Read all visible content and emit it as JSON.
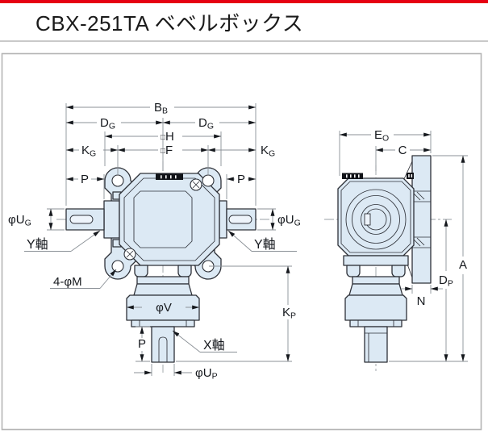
{
  "header": {
    "title": "CBX-251TA ベベルボックス",
    "accent_color": "#e60012"
  },
  "drawing": {
    "body_fill": "#dce9f4",
    "outline_color": "#2e3138",
    "dim_line_color": "#8b9197",
    "text_color": "#15181d",
    "left_view": {
      "dim_bb": {
        "main": "B",
        "sub": "B"
      },
      "dim_dg_left": {
        "main": "D",
        "sub": "G"
      },
      "dim_dg_right": {
        "main": "D",
        "sub": "G"
      },
      "dim_h": {
        "prefix": "□",
        "main": "H"
      },
      "dim_f": {
        "prefix": "□",
        "main": "F"
      },
      "dim_kg_left": {
        "main": "K",
        "sub": "G"
      },
      "dim_kg_right": {
        "main": "K",
        "sub": "G"
      },
      "dim_p_left": "P",
      "dim_p_right": "P",
      "dim_ug_left": {
        "main": "φU",
        "sub": "G"
      },
      "dim_ug_right": {
        "main": "φU",
        "sub": "G"
      },
      "label_y_axis_left": "Y軸",
      "label_y_axis_right": "Y軸",
      "label_mounting_holes": "4-φM",
      "dim_v": "φV",
      "dim_kp": {
        "main": "K",
        "sub": "P"
      },
      "dim_p_bottom": "P",
      "label_x_axis": "X軸",
      "dim_up": {
        "main": "φU",
        "sub": "P"
      }
    },
    "right_view": {
      "dim_eo": {
        "main": "E",
        "sub": "O"
      },
      "dim_c": "C",
      "dim_a": "A",
      "dim_dp": {
        "main": "D",
        "sub": "P"
      },
      "dim_n": "N"
    }
  }
}
